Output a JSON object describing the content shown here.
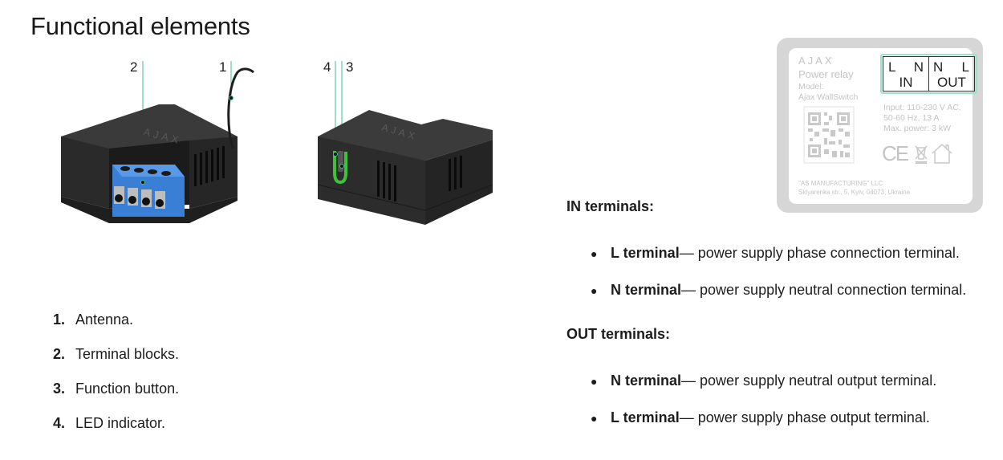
{
  "page": {
    "title": "Functional elements"
  },
  "diagram": {
    "callouts": [
      "2",
      "1",
      "4",
      "3"
    ],
    "device_brand": "AJAX"
  },
  "elements_list": [
    {
      "num": "1.",
      "label": "Antenna."
    },
    {
      "num": "2.",
      "label": "Terminal blocks."
    },
    {
      "num": "3.",
      "label": "Function button."
    },
    {
      "num": "4.",
      "label": "LED indicator."
    }
  ],
  "product_label": {
    "brand": "AJAX",
    "product": "Power relay",
    "model_label": "Model:",
    "model": "Ajax WallSwitch",
    "terminals": {
      "in": {
        "left": "L",
        "right": "N",
        "caption": "IN"
      },
      "out": {
        "left": "N",
        "right": "L",
        "caption": "OUT"
      }
    },
    "specs": [
      "Input: 110-230 V AC,",
      "50-60 Hz, 13 A",
      "Max. power: 3 kW"
    ],
    "certifications": [
      "CE",
      "weee-bin-icon",
      "indoor-house-icon"
    ],
    "manufacturer": "\"AS MANUFACTURING\" LLC",
    "address": "Sklyarenka str., 5, Kyiv, 04073, Ukraine"
  },
  "in_terminals": {
    "heading": "IN terminals:",
    "items": [
      {
        "term": "L terminal",
        "desc": " — power supply phase connection terminal."
      },
      {
        "term": "N terminal",
        "desc": " — power supply neutral connection terminal."
      }
    ]
  },
  "out_terminals": {
    "heading": "OUT terminals:",
    "items": [
      {
        "term": "N terminal",
        "desc": " — power supply neutral output terminal."
      },
      {
        "term": "L terminal",
        "desc": " — power supply phase output terminal."
      }
    ]
  },
  "colors": {
    "callout_line": "#3fbf94",
    "led_green": "#3ec23a",
    "terminal_blue": "#3a7fd6",
    "device_body": "#2b2b2b",
    "label_border": "#d6d6d6"
  }
}
